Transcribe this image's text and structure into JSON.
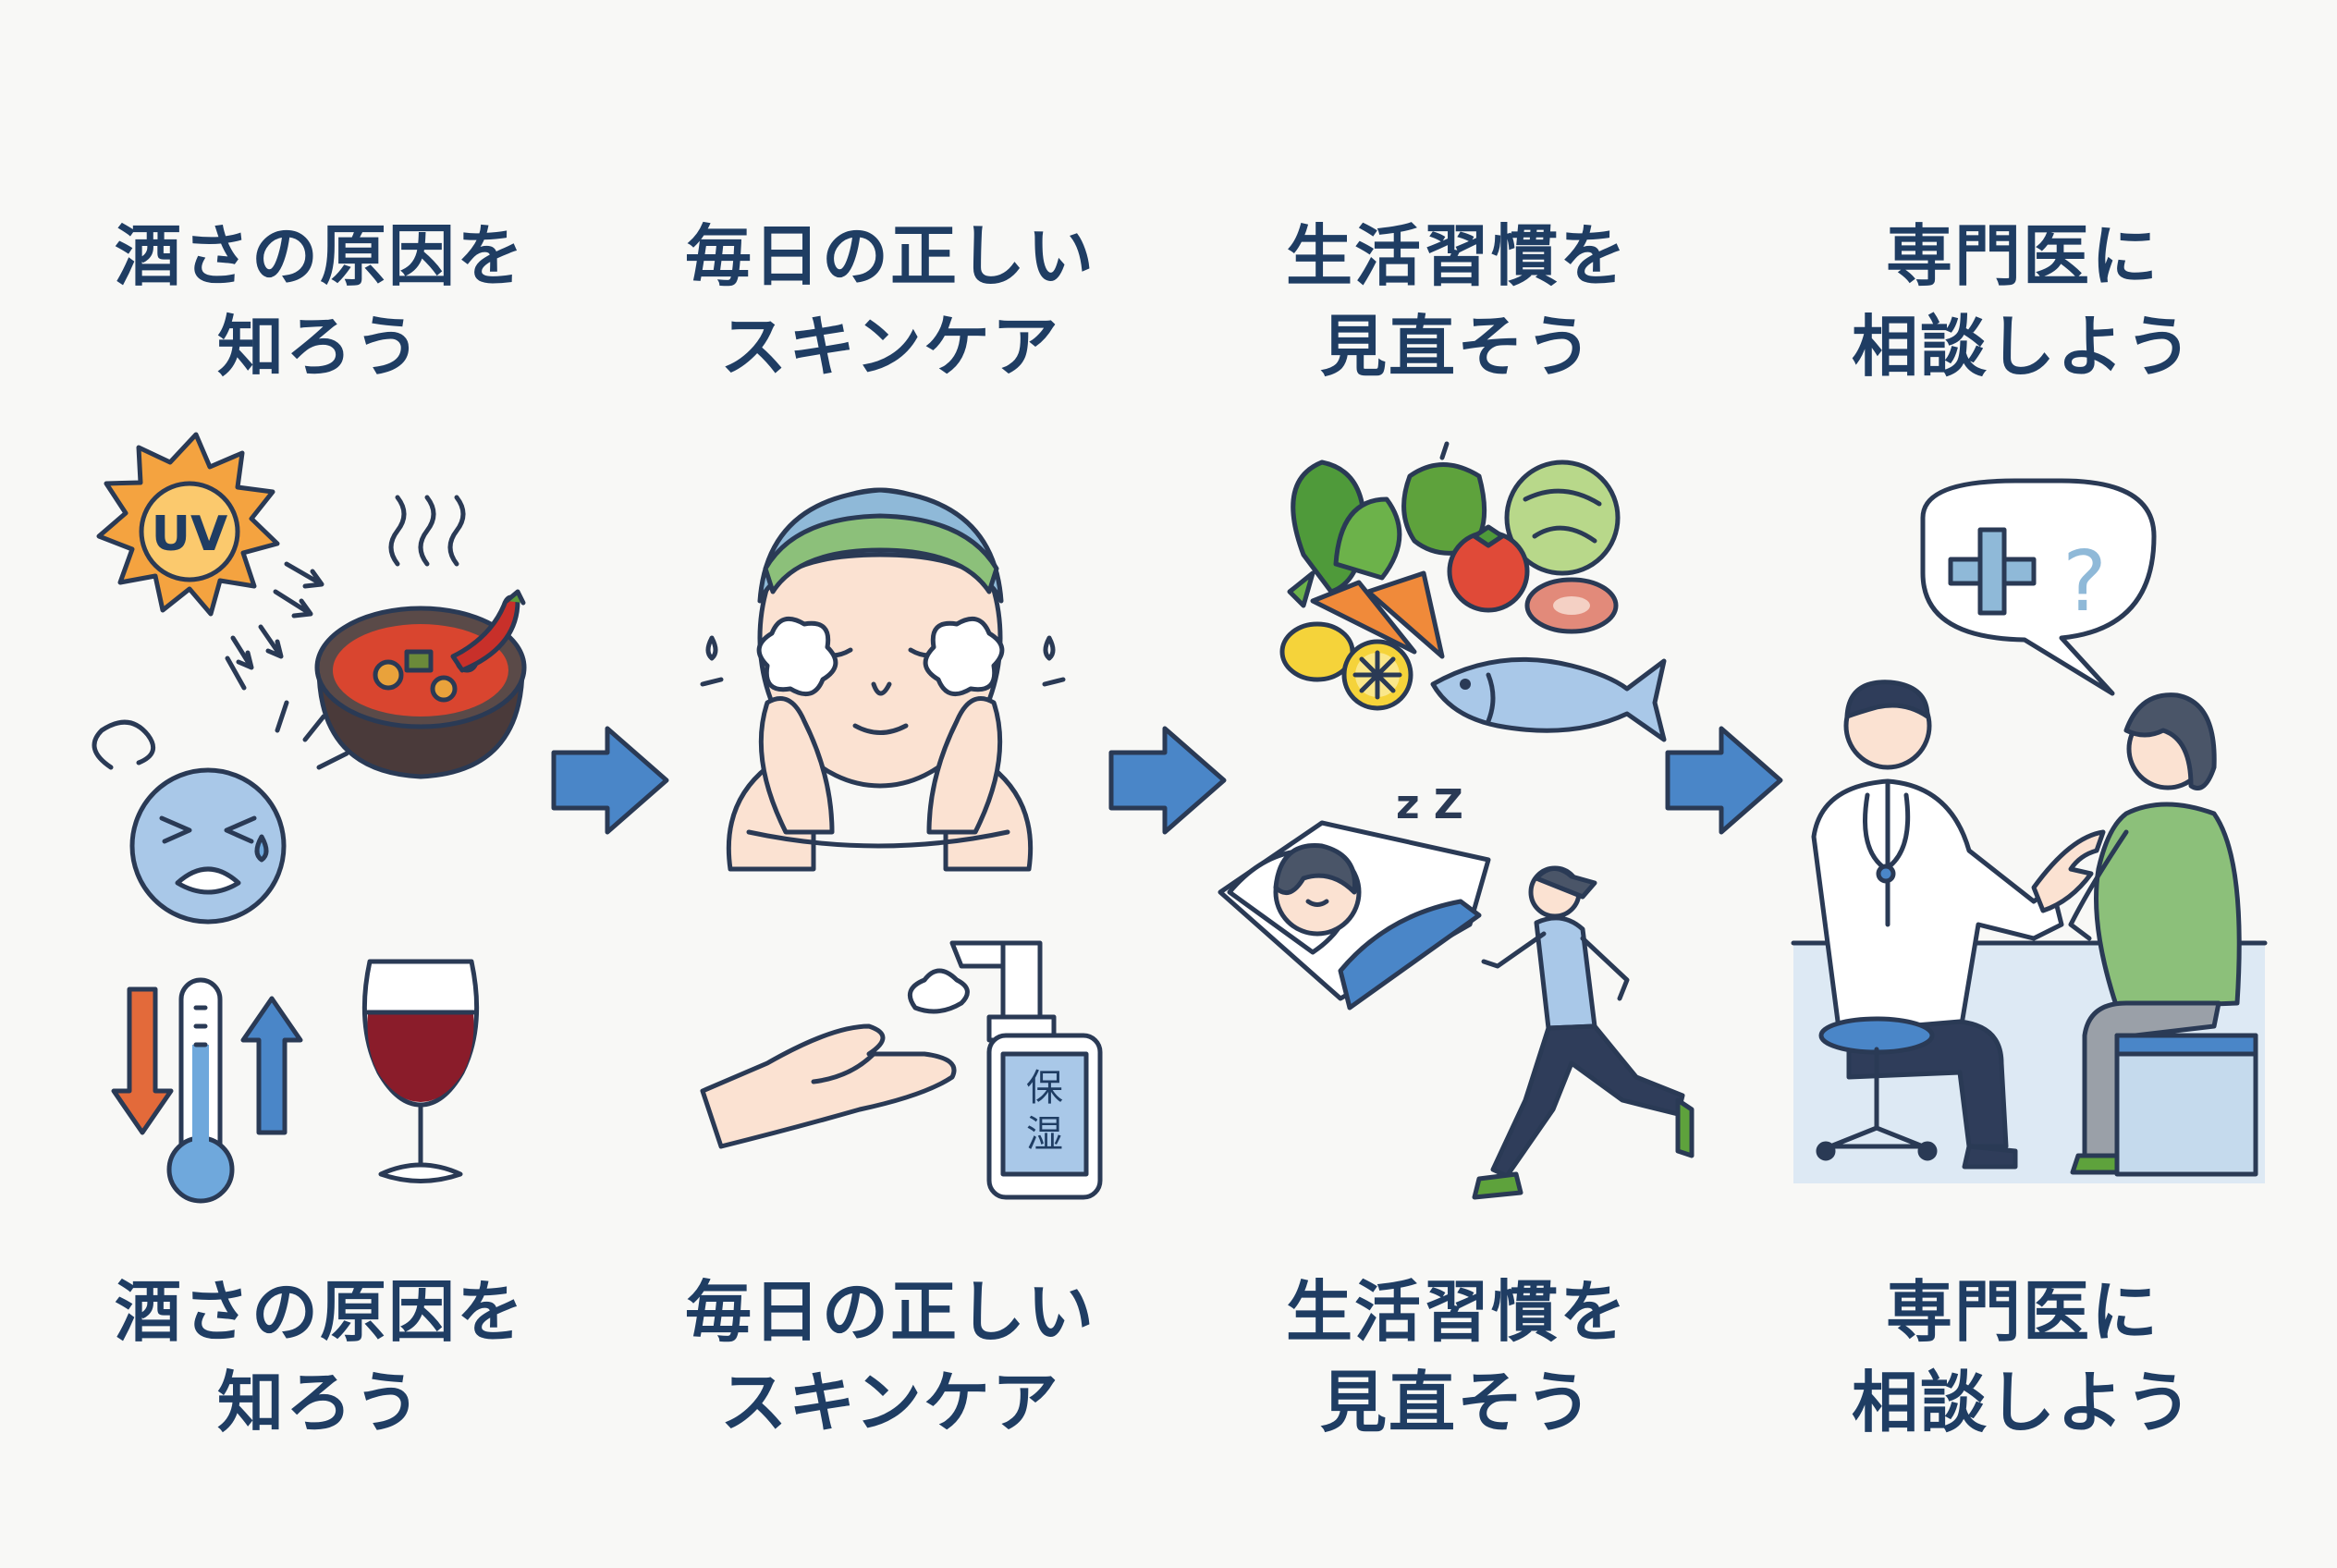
{
  "steps": [
    {
      "top_title": "酒さの原因を\n知ろう",
      "bottom_title": "酒さの原因を\n知ろう",
      "icons": [
        "sun-uv-icon",
        "spicy-soup-icon",
        "stressed-face-icon",
        "thermometer-icon",
        "wine-glass-icon"
      ],
      "sun_label": "UV"
    },
    {
      "top_title": "毎日の正しい\nスキンケア",
      "bottom_title": "毎日の正しい\nスキンケア",
      "icons": [
        "face-washing-icon",
        "hand-cream-icon",
        "moisturizer-bottle-icon"
      ],
      "bottle_label_1": "保",
      "bottle_label_2": "湿"
    },
    {
      "top_title": "生活習慣を\n見直そう",
      "bottom_title": "生活習慣を\n見直そう",
      "icons": [
        "vegetables-icon",
        "fish-icon",
        "sleeping-icon",
        "runner-icon"
      ],
      "sleep_label": "z Z"
    },
    {
      "top_title": "専門医に\n相談しよう",
      "bottom_title": "専門医に\n相談しよう",
      "icons": [
        "doctor-consultation-icon",
        "speech-bubble-icon"
      ],
      "bubble_question": "?"
    }
  ],
  "colors": {
    "title": "#1f3d63",
    "arrow": "#4a86c8",
    "outline": "#2a3a55",
    "sun": "#f4a340",
    "blue_light": "#a9c8e8",
    "green": "#8cc07a",
    "red": "#b83a3a"
  }
}
